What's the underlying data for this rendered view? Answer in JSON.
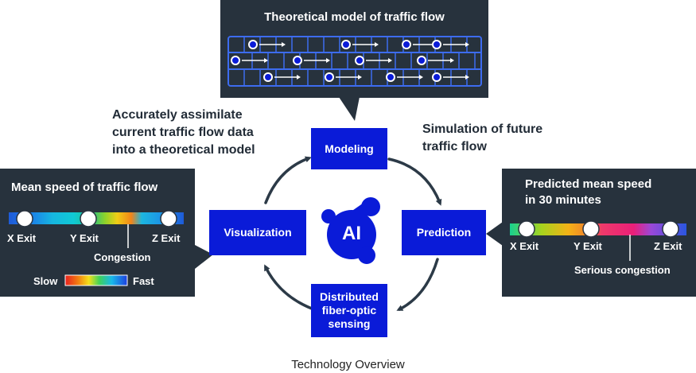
{
  "top_panel": {
    "title": "Theoretical model of traffic flow"
  },
  "left_text": [
    "Accurately assimilate",
    "current traffic flow data",
    "into a theoretical model"
  ],
  "right_text": [
    "Simulation of future",
    "traffic flow"
  ],
  "nodes": {
    "modeling": "Modeling",
    "prediction": "Prediction",
    "visualization": "Visualization",
    "sensing": [
      "Distributed",
      "fiber-optic",
      "sensing"
    ]
  },
  "center_logo": "AI",
  "left_panel": {
    "title": "Mean speed of traffic flow",
    "exits": [
      "X Exit",
      "Y Exit",
      "Z Exit"
    ],
    "congestion": "Congestion",
    "slow": "Slow",
    "fast": "Fast"
  },
  "right_panel": {
    "title": [
      "Predicted mean speed",
      "in 30 minutes"
    ],
    "exits": [
      "X Exit",
      "Y Exit",
      "Z Exit"
    ],
    "congestion": "Serious congestion"
  },
  "caption": "Technology Overview",
  "colors": {
    "panel": "#27323d",
    "node": "#0a1bd8",
    "grid": "#3d6cf0",
    "arrow": "#2c3a47"
  }
}
